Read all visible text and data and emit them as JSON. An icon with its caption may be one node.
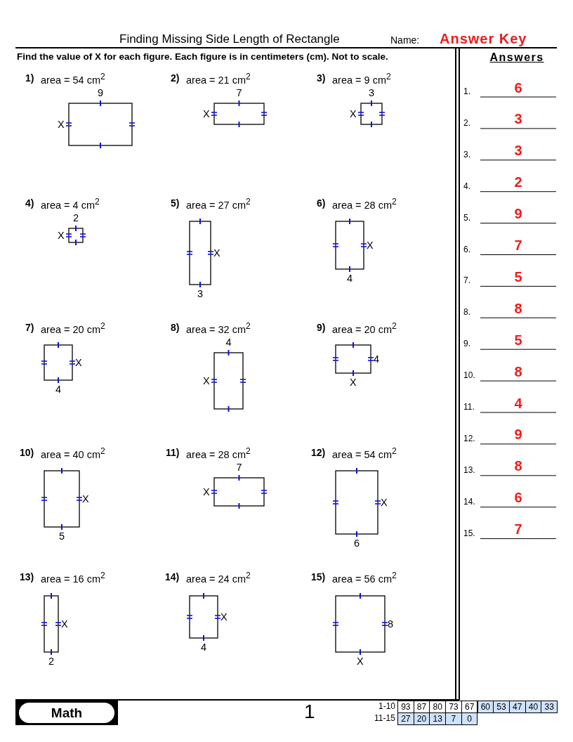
{
  "diagram": {
    "title": "Finding Missing Side Length of Rectangle",
    "labels": [
      "Name:",
      "Answer Key",
      "Find the value of X for each figure. Each figure is in centimeters (cm). Not to scale.",
      "Answers",
      "1)",
      "area = 54 cm$^{2}$",
      "9",
      "X",
      "2)",
      "area = 21 cm$^{2}$",
      "7",
      "X",
      "3)",
      "area = 9 cm$^{2}$",
      "3",
      "X",
      "4)",
      "area = 4 cm$^{2}$",
      "2",
      "X",
      "5)",
      "area = 27 cm$^{2}$",
      "X",
      "3",
      "6)",
      "area = 28 cm$^{2}$",
      "X",
      "4",
      "7)",
      "area = 20 cm$^{2}$",
      "X",
      "4",
      "8)",
      "area = 32 cm$^{2}$",
      "4",
      "X",
      "9)",
      "area = 20 cm$^{2}$",
      "4",
      "X",
      "10)",
      "area = 40 cm$^{2}$",
      "X",
      "5",
      "11)",
      "area = 28 cm$^{2}$",
      "7",
      "X",
      "12)",
      "area = 54 cm$^{2}$",
      "X",
      "6",
      "13)",
      "area = 16 cm$^{2}$",
      "X",
      "2",
      "14)",
      "area = 24 cm$^{2}$",
      "X",
      "4",
      "15)",
      "area = 56 cm$^{2}$",
      "8",
      "X",
      "1.",
      "6",
      "2.",
      "3",
      "3.",
      "3",
      "4.",
      "2",
      "5.",
      "9",
      "6.",
      "7",
      "7.",
      "5",
      "8.",
      "8",
      "9.",
      "5",
      "10.",
      "8",
      "11.",
      "4",
      "12.",
      "9",
      "13.",
      "8",
      "14.",
      "6",
      "15.",
      "7",
      "Math",
      "1",
      "1-10",
      "93",
      "87",
      "80",
      "73",
      "67",
      "60",
      "53",
      "47",
      "40",
      "33",
      "11-15",
      "27",
      "20",
      "13",
      "7",
      "0"
    ]
  }
}
